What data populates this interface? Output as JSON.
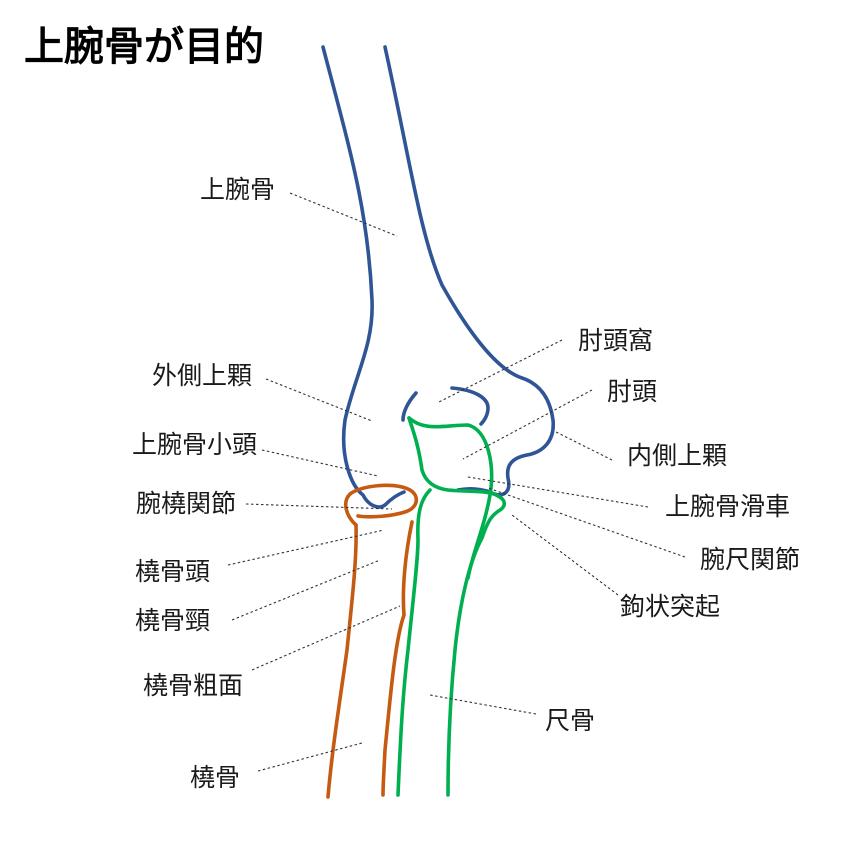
{
  "title": "上腕骨が目的",
  "colors": {
    "humerus": "#2f5597",
    "radius": "#c55a11",
    "ulna": "#00b050",
    "text": "#1a1a1a"
  },
  "bones": {
    "humerus": "上腕骨",
    "radius": "橈骨",
    "ulna": "尺骨"
  },
  "labels": {
    "humerus": "上腕骨",
    "lateral_epicondyle": "外側上顆",
    "capitulum": "上腕骨小頭",
    "radiohumeral_joint": "腕橈関節",
    "radial_head": "橈骨頭",
    "radial_neck": "橈骨頸",
    "radial_tuberosity": "橈骨粗面",
    "radius": "橈骨",
    "olecranon_fossa": "肘頭窩",
    "olecranon": "肘頭",
    "medial_epicondyle": "内側上顆",
    "trochlea": "上腕骨滑車",
    "humeroulnar_joint": "腕尺関節",
    "coronoid_process": "鉤状突起",
    "ulna": "尺骨"
  }
}
